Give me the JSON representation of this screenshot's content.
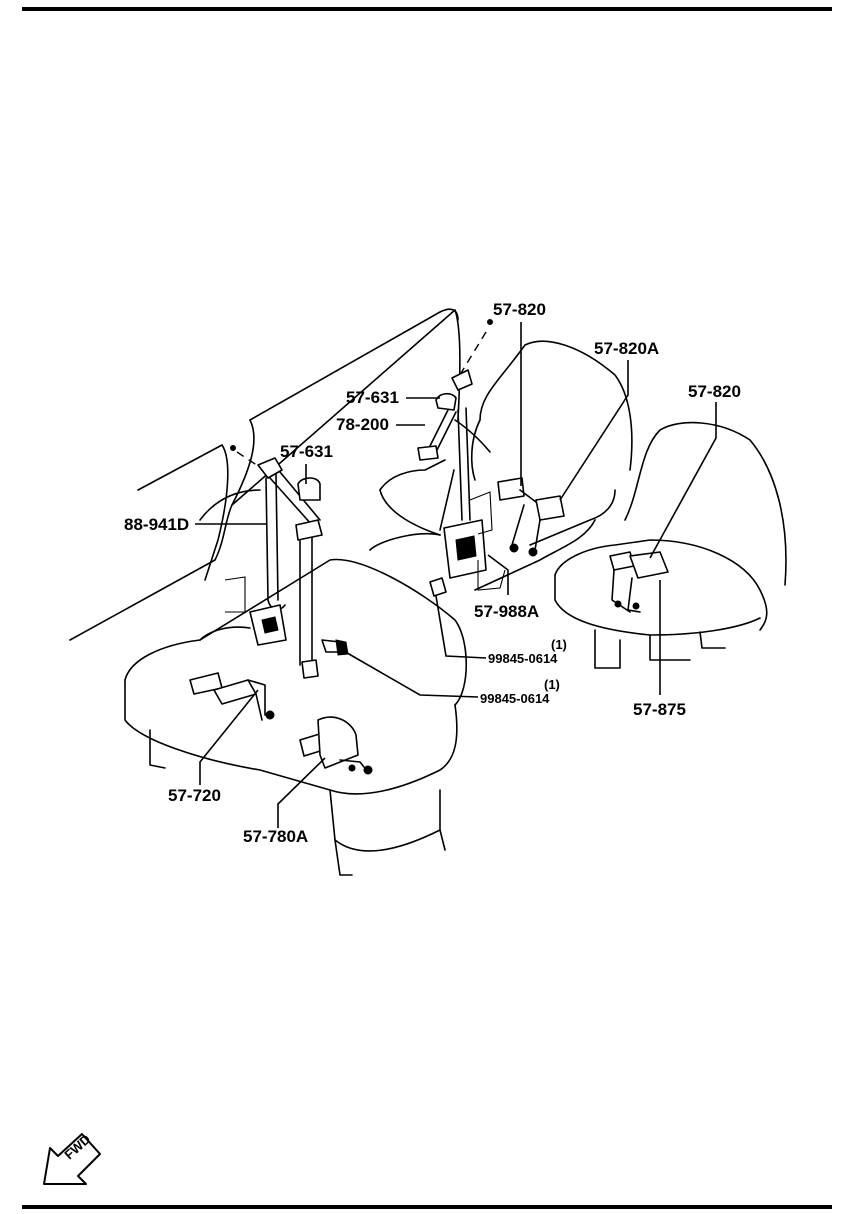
{
  "labels": {
    "top_anchor_label": "57-820",
    "right_buckle_label": "57-820A",
    "far_right_label": "57-820",
    "upper_cover_label": "57-631",
    "guide_label": "78-200",
    "left_cover_label": "57-631",
    "left_belt_label": "88-941D",
    "retractor_label": "57-988A",
    "bolt1_part": "99845-0614",
    "bolt1_qty": "(1)",
    "bolt2_part": "99845-0614",
    "bolt2_qty": "(1)",
    "right_seat_belt_label": "57-875",
    "lower_buckle_label": "57-720",
    "center_buckle_label": "57-780A"
  },
  "fwd_badge": "FWD",
  "icons": {
    "fwd_arrow": "fwd-arrow-icon"
  }
}
